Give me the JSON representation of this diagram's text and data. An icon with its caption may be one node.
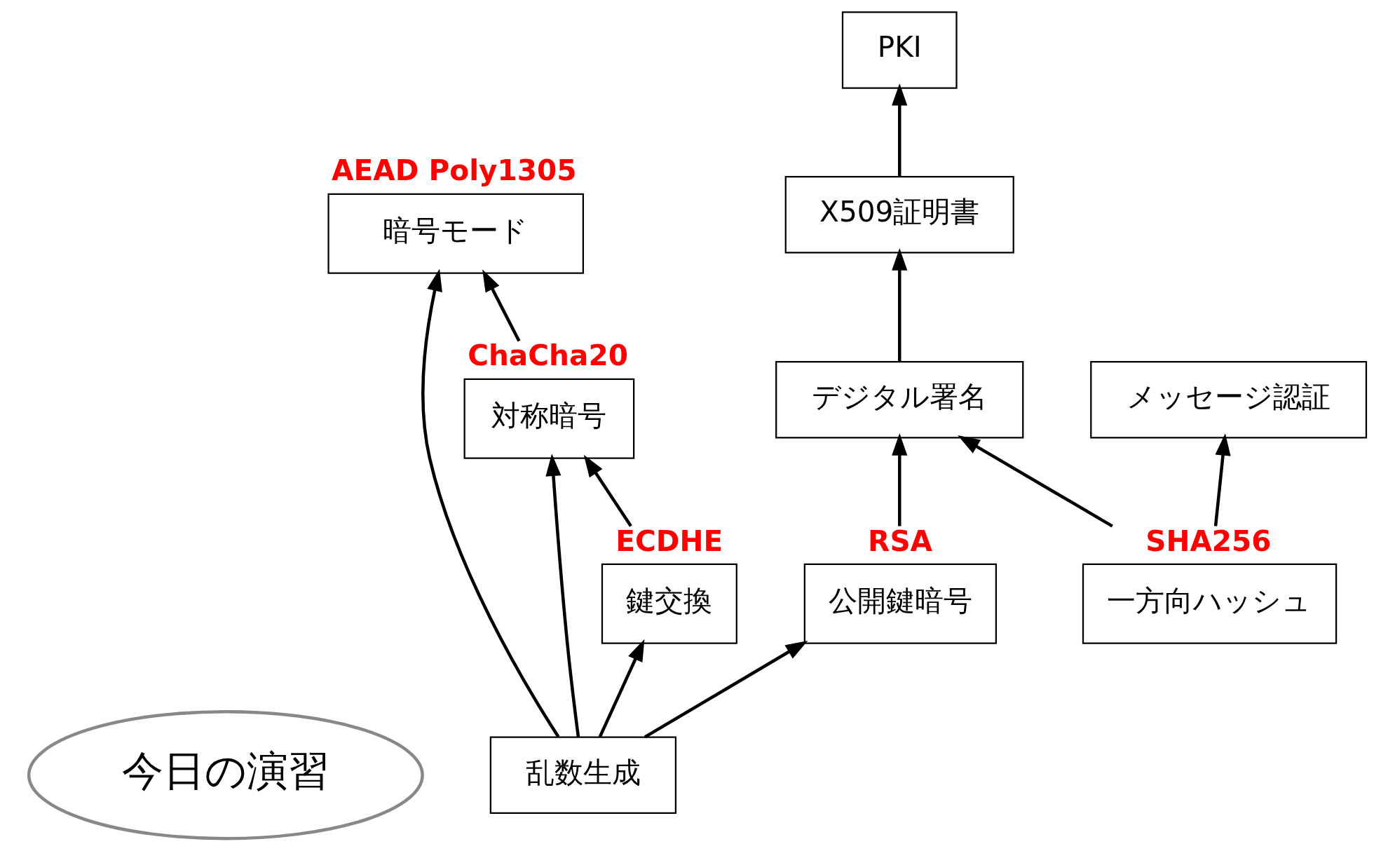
{
  "diagram": {
    "nodes": [
      {
        "text": [
          "今日の演習"
        ]
      },
      {
        "text": [
          "PKI"
        ]
      },
      {
        "text": [
          "X509証明書"
        ]
      },
      {
        "text": [
          "暗号モード"
        ],
        "beside": [
          "AEAD Poly1305"
        ]
      },
      {
        "text": [
          "対称暗号"
        ],
        "beside": [
          "ChaCha20"
        ]
      },
      {
        "text": [
          "デジタル署名"
        ]
      },
      {
        "text": [
          "メッセージ認証"
        ]
      },
      {
        "text": [
          "鍵交換"
        ],
        "beside": [
          "ECDHE"
        ]
      },
      {
        "text": [
          "公開鍵暗号"
        ],
        "beside": [
          "RSA"
        ]
      },
      {
        "text": [
          "一方向ハッシュ"
        ],
        "beside": [
          "SHA256"
        ]
      },
      {
        "text": [
          "乱数生成"
        ]
      }
    ],
    "edges": [
      {
        "from": 4,
        "to": 3,
        "arrow": "to"
      },
      {
        "from": 10,
        "to": 3,
        "arrow": "to"
      },
      {
        "from": 10,
        "to": 4,
        "arrow": "to"
      },
      {
        "from": 7,
        "to": 4,
        "arrow": "to"
      },
      {
        "from": 10,
        "to": 7,
        "arrow": "to"
      },
      {
        "from": 10,
        "to": 8,
        "arrow": "to"
      },
      {
        "from": 8,
        "to": 5,
        "arrow": "to"
      },
      {
        "from": 9,
        "to": 5,
        "arrow": "to"
      },
      {
        "from": 9,
        "to": 6,
        "arrow": "to"
      },
      {
        "from": 5,
        "to": 2,
        "arrow": "to"
      },
      {
        "from": 2,
        "to": 1,
        "arrow": "to"
      }
    ]
  }
}
